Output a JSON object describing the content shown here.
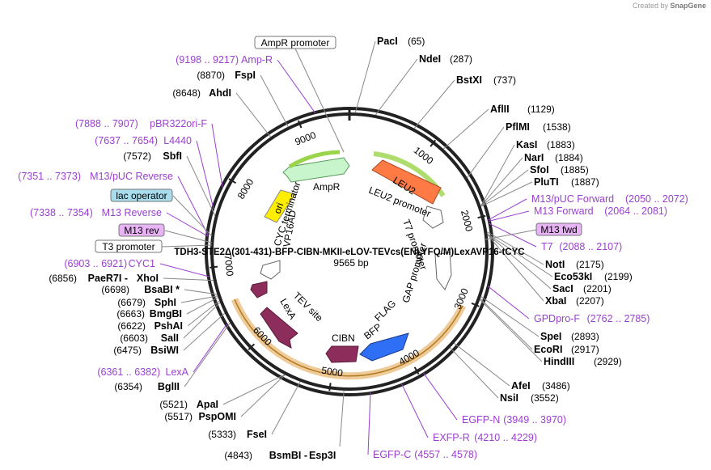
{
  "credit": {
    "prefix": "Created by",
    "brand": "SnapGene"
  },
  "plasmid": {
    "name": "TDH3-STE2Δ(301-431)-BFP-CIBN-MKII-eLOV-TEVcs(ENLYFQ/M)LexAVP16-tCYC",
    "length_label": "9565 bp",
    "total_bp": 9565
  },
  "ticks": [
    "1000",
    "2000",
    "3000",
    "4000",
    "5000",
    "6000",
    "7000",
    "8000",
    "9000"
  ],
  "sites": [
    {
      "name": "PacI",
      "pos": "(65)",
      "side": "right"
    },
    {
      "name": "NdeI",
      "pos": "(287)",
      "side": "right"
    },
    {
      "name": "BstXI",
      "pos": "(737)",
      "side": "right"
    },
    {
      "name": "AflII",
      "pos": "(1129)",
      "side": "right"
    },
    {
      "name": "PflMI",
      "pos": "(1538)",
      "side": "right"
    },
    {
      "name": "KasI",
      "pos": "(1883)",
      "side": "right"
    },
    {
      "name": "NarI",
      "pos": "(1884)",
      "side": "right"
    },
    {
      "name": "SfoI",
      "pos": "(1885)",
      "side": "right"
    },
    {
      "name": "PluTI",
      "pos": "(1887)",
      "side": "right"
    },
    {
      "name": "NotI",
      "pos": "(2175)",
      "side": "right"
    },
    {
      "name": "Eco53kI",
      "pos": "(2199)",
      "side": "right"
    },
    {
      "name": "SacI",
      "pos": "(2201)",
      "side": "right"
    },
    {
      "name": "XbaI",
      "pos": "(2207)",
      "side": "right"
    },
    {
      "name": "SpeI",
      "pos": "(2893)",
      "side": "right"
    },
    {
      "name": "EcoRI",
      "pos": "(2917)",
      "side": "right"
    },
    {
      "name": "HindIII",
      "pos": "(2929)",
      "side": "right"
    },
    {
      "name": "AfeI",
      "pos": "(3486)",
      "side": "right"
    },
    {
      "name": "NsiI",
      "pos": "(3552)",
      "side": "right"
    },
    {
      "name": "FseI",
      "pos": "(5333)",
      "side": "left"
    },
    {
      "name": "PspOMI",
      "pos": "(5517)",
      "side": "left"
    },
    {
      "name": "ApaI",
      "pos": "(5521)",
      "side": "left"
    },
    {
      "name": "BglII",
      "pos": "(6354)",
      "side": "left"
    },
    {
      "name": "BsiWI",
      "pos": "(6475)",
      "side": "left"
    },
    {
      "name": "SalI",
      "pos": "(6603)",
      "side": "left"
    },
    {
      "name": "PshAI",
      "pos": "(6622)",
      "side": "left"
    },
    {
      "name": "BmgBI",
      "pos": "(6663)",
      "side": "left"
    },
    {
      "name": "SphI",
      "pos": "(6679)",
      "side": "left"
    },
    {
      "name": "BsaBI *",
      "pos": "(6698)",
      "side": "left"
    },
    {
      "name": "XhoI",
      "pos": "(6856)",
      "side": "left",
      "prefix": "PaeR7I - "
    },
    {
      "name": "SbfI",
      "pos": "(7572)",
      "side": "left"
    },
    {
      "name": "AhdI",
      "pos": "(8648)",
      "side": "left"
    },
    {
      "name": "FspI",
      "pos": "(8870)",
      "side": "left"
    },
    {
      "name": "Esp3I",
      "pos": "(4843)",
      "side": "bottom",
      "prefix": "BsmBI - "
    }
  ],
  "primers": [
    {
      "name": "Amp-R",
      "range": "(9198 .. 9217)",
      "side": "left"
    },
    {
      "name": "pBR322ori-F",
      "range": "(7888 .. 7907)",
      "side": "left"
    },
    {
      "name": "L4440",
      "range": "(7637 .. 7654)",
      "side": "left"
    },
    {
      "name": "M13/pUC Reverse",
      "range": "(7351 .. 7373)",
      "side": "left"
    },
    {
      "name": "M13 Reverse",
      "range": "(7338 .. 7354)",
      "side": "left"
    },
    {
      "name": "CYC1",
      "range": "(6903 .. 6921)",
      "side": "left"
    },
    {
      "name": "LexA",
      "range": "(6361 .. 6382)",
      "side": "left"
    },
    {
      "name": "M13/pUC Forward",
      "range": "(2050 .. 2072)",
      "side": "right"
    },
    {
      "name": "M13 Forward",
      "range": "(2064 .. 2081)",
      "side": "right"
    },
    {
      "name": "T7",
      "range": "(2088 .. 2107)",
      "side": "right"
    },
    {
      "name": "GPDpro-F",
      "range": "(2762 .. 2785)",
      "side": "right"
    },
    {
      "name": "EGFP-N",
      "range": "(3949 .. 3970)",
      "side": "right"
    },
    {
      "name": "EXFP-R",
      "range": "(4210 .. 4229)",
      "side": "right"
    },
    {
      "name": "EGFP-C",
      "range": "(4557 .. 4578)",
      "side": "right"
    }
  ],
  "boxes": [
    {
      "label": "AmpR promoter",
      "style": "white"
    },
    {
      "label": "lac operator",
      "style": "blue"
    },
    {
      "label": "M13 rev",
      "style": "purple"
    },
    {
      "label": "T3 promoter",
      "style": "white"
    },
    {
      "label": "M13 fwd",
      "style": "purple"
    }
  ],
  "features": [
    {
      "label": "AmpR",
      "color": "#c8f5cc"
    },
    {
      "label": "ori",
      "color": "#ffee00"
    },
    {
      "label": "LEU2",
      "color": "#ff7a45"
    },
    {
      "label": "LEU2 promoter",
      "color": "#ffffff"
    },
    {
      "label": "T7 promoter",
      "color": "#ffffff"
    },
    {
      "label": "GAP promoter",
      "color": "#ffffff"
    },
    {
      "label": "FLAG",
      "color": "#ffffff"
    },
    {
      "label": "BFP",
      "color": "#2f6ff5"
    },
    {
      "label": "CIBN",
      "color": "#8c2d5c"
    },
    {
      "label": "TEV site",
      "color": "#ffffff"
    },
    {
      "label": "LexA",
      "color": "#8c2d5c"
    },
    {
      "label": "VP16AD",
      "color": "#8c2d5c"
    },
    {
      "label": "CYC terminator",
      "color": "#ffffff"
    }
  ],
  "colors": {
    "primer": "#9b3fd0",
    "arc_green": "#9ad44a",
    "arc_orange": "#e2a046",
    "box_blue": "#a8dced",
    "box_purple": "#e8b4f5"
  }
}
